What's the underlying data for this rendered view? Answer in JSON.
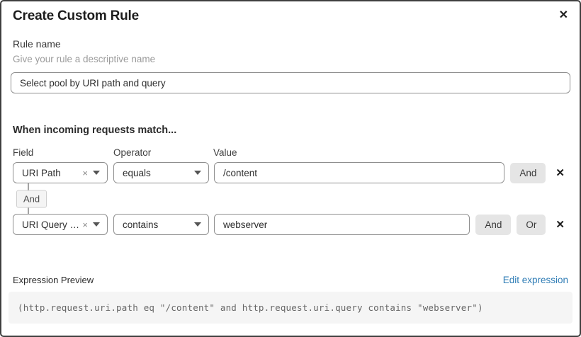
{
  "modal": {
    "title": "Create Custom Rule"
  },
  "icons": {
    "close": "✕",
    "clear": "×",
    "delete": "✕"
  },
  "rule_name": {
    "label": "Rule name",
    "hint": "Give your rule a descriptive name",
    "value": "Select pool by URI path and query"
  },
  "match": {
    "heading": "When incoming requests match...",
    "columns": {
      "field": "Field",
      "operator": "Operator",
      "value": "Value"
    },
    "connector": "And",
    "rows": [
      {
        "field": "URI Path",
        "operator": "equals",
        "value": "/content",
        "and_label": "And"
      },
      {
        "field": "URI Query St...",
        "operator": "contains",
        "value": "webserver",
        "and_label": "And",
        "or_label": "Or"
      }
    ]
  },
  "expression": {
    "label": "Expression Preview",
    "edit_link": "Edit expression",
    "code": "(http.request.uri.path eq \"/content\" and http.request.uri.query contains \"webserver\")"
  },
  "colors": {
    "link": "#2e7cb5",
    "button_bg": "#e5e5e5",
    "code_bg": "#f5f5f5",
    "input_border": "#8f8f8f"
  }
}
